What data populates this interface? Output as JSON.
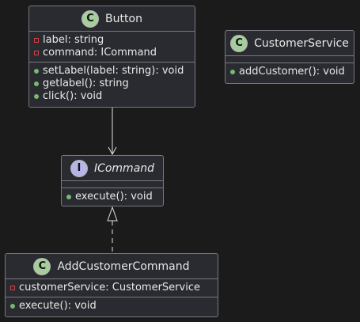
{
  "diagram": {
    "classes": {
      "button": {
        "stereotype_letter": "C",
        "name": "Button",
        "fields": [
          {
            "visibility": "private",
            "text": "label: string"
          },
          {
            "visibility": "private",
            "text": "command: ICommand"
          }
        ],
        "methods": [
          {
            "visibility": "public",
            "text": "setLabel(label: string): void"
          },
          {
            "visibility": "public",
            "text": "getlabel(): string"
          },
          {
            "visibility": "public",
            "text": "click(): void"
          }
        ]
      },
      "customer_service": {
        "stereotype_letter": "C",
        "name": "CustomerService",
        "methods": [
          {
            "visibility": "public",
            "text": "addCustomer(): void"
          }
        ]
      },
      "icommand": {
        "stereotype_letter": "I",
        "name": "ICommand",
        "methods": [
          {
            "visibility": "public",
            "text": "execute(): void"
          }
        ]
      },
      "add_customer_command": {
        "stereotype_letter": "C",
        "name": "AddCustomerCommand",
        "fields": [
          {
            "visibility": "private",
            "text": "customerService: CustomerService"
          }
        ],
        "methods": [
          {
            "visibility": "public",
            "text": "execute(): void"
          }
        ]
      }
    },
    "colors": {
      "background": "#1b1b1b",
      "class_fill": "#2a2b30",
      "border": "#777a80",
      "class_badge": "#a6cd9c",
      "interface_badge": "#b7b4e8",
      "private_marker": "#d04444",
      "public_marker": "#79b86f"
    }
  }
}
